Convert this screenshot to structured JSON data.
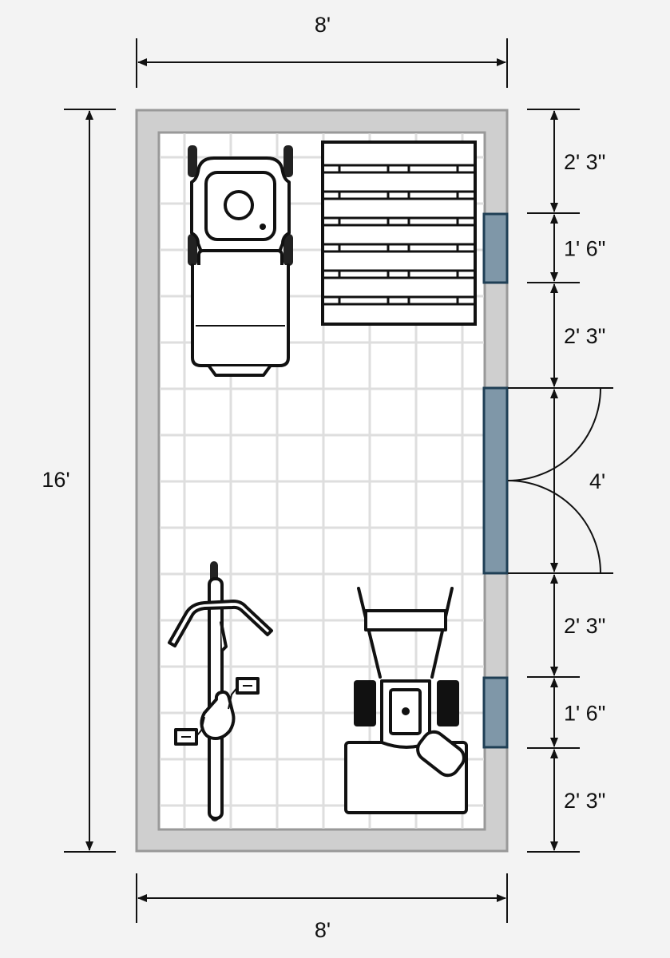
{
  "title": "8' x 16' shed floor plan",
  "colors": {
    "background": "#f3f3f3",
    "wall": "#cfcfcf",
    "wall_edge": "#999999",
    "opening_fill": "#7f97a8",
    "opening_edge": "#1f3f55",
    "grid": "#dedede"
  },
  "dimensions": {
    "top_width": "8'",
    "bottom_width": "8'",
    "left_length": "16'",
    "right_segments": [
      "2' 3\"",
      "1' 6\"",
      "2' 3\"",
      "4'",
      "2' 3\"",
      "1' 6\"",
      "2' 3\""
    ]
  },
  "openings": [
    "window",
    "double-door",
    "window"
  ],
  "items": [
    "riding-lawn-mower",
    "pallet-shelf",
    "bicycle",
    "rototiller"
  ]
}
